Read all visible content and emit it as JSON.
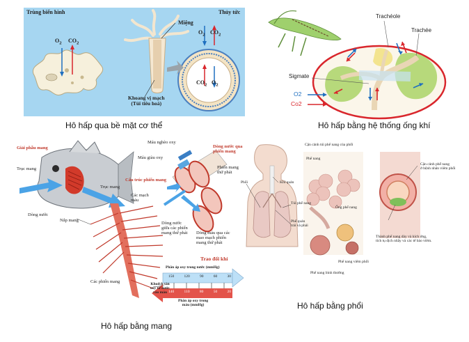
{
  "panels": {
    "surface": {
      "caption": "Hô hấp qua bề mặt cơ thể",
      "amoeba_title": "Trùng biến hình",
      "hydra_title": "Thủy tức",
      "mouth": "Miệng",
      "cavity_line1": "Khoang vị mạch",
      "cavity_line2": "(Túi tiêu hoá)",
      "o2": "O",
      "co2": "CO",
      "sub2": "2"
    },
    "trachea": {
      "caption": "Hô hấp bằng hệ thống ống khí",
      "tracheole": "Trachéole",
      "trachee": "Trachée",
      "sigmate": "Sigmate",
      "o2_legend": "O2",
      "co2_legend": "Co2"
    },
    "gills": {
      "caption": "Hô hấp bằng mang",
      "gill_slit": "Giải phẫu mang",
      "gill_arch": "Trục mang",
      "water_flow": "Dòng nước",
      "gill_cover": "Nắp mang",
      "gill_arch2": "Trục mang",
      "gill_structure": "Cấu trúc phiến mang",
      "blood_vessels_1": "Các mạch",
      "blood_vessels_2": "máu",
      "poor_blood": "Máu nghèo oxy",
      "rich_blood": "Máu giàu oxy",
      "water_flow_lamella_1": "Dòng nước qua",
      "water_flow_lamella_2": "phiến mang",
      "secondary_lamella_1": "Phiến mang",
      "secondary_lamella_2": "thứ phát",
      "flow_between_1": "Dòng nước",
      "flow_between_2": "giữa các phiến",
      "flow_between_3": "mang thứ phát",
      "blood_flow_1": "Dòng máu qua các",
      "blood_flow_2": "mao mạch phiến",
      "blood_flow_3": "mang thứ phát",
      "gas_exchange": "Trao đổi khí",
      "lamellae": "Các phiến mang",
      "oxy_water": "Phân áp oxy trong nước (mmHg)",
      "diffusion_1": "Khuếch tán",
      "diffusion_2": "oxy từ nước",
      "diffusion_3": "vào máu",
      "oxy_blood_1": "Phân áp oxy trong",
      "oxy_blood_2": "máu (mmHg)",
      "water_values": [
        "150",
        "120",
        "90",
        "60",
        "30"
      ],
      "blood_values": [
        "140",
        "110",
        "80",
        "50",
        "20"
      ]
    },
    "lungs": {
      "caption": "Hô hấp bằng phổi",
      "lung": "Phổi",
      "trachea": "Khí quản",
      "bronchus": "Túi phế nang",
      "bronchi_1": "Phế quản",
      "bronchi_2": "trái và phải",
      "alveoli_cluster": "Cận cảnh túi phế nang của phổi",
      "alveoli": "Phế nang",
      "alveolar_duct": "Ống phế nang",
      "normal_alveoli": "Phế nang bình thường",
      "inflamed_alveoli": "Phế nang viêm phổi",
      "closeup_1": "Cận cảnh phế nang",
      "closeup_2": "ở bệnh nhân viêm phổi",
      "wall_1": "Thành phế nang dày và kích ứng,",
      "wall_2": "tích tụ dịch nhầy và các tế bào viêm."
    }
  },
  "colors": {
    "panel_blue": "#9fd3f0",
    "panel_blue_light": "#cfeaf9",
    "insect_green": "#8dc46b",
    "trachea_red": "#d9262c",
    "o2_blue": "#1f6fc0",
    "gill_red": "#d8412f",
    "lung_pink": "#e8b7b0"
  }
}
